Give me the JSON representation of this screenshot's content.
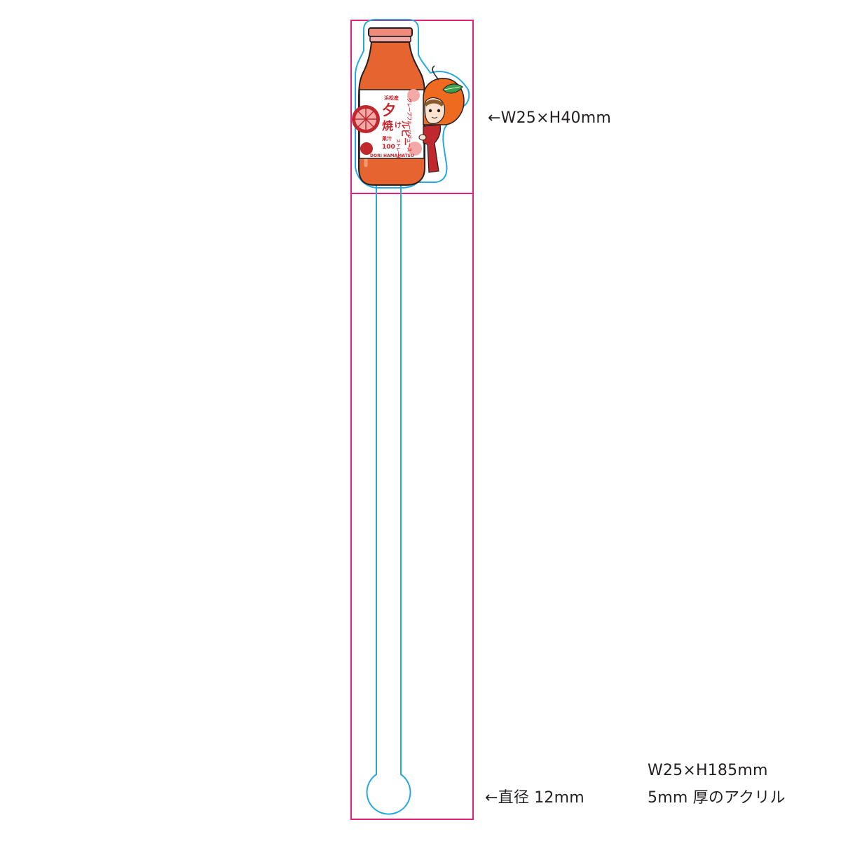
{
  "colors": {
    "trim_outline": "#e0217a",
    "cut_line": "#29a8e0",
    "bottle_orange": "#e6642f",
    "bottle_dark": "#c9481e",
    "label_red": "#c0282e",
    "label_pink": "#f3a9a6",
    "cap_pink": "#f08a7a",
    "hood_orange": "#ee6a1f",
    "leaf_green": "#3b9e4b",
    "text": "#231f20"
  },
  "icons": [
    "juice-bottle-icon",
    "orange-hood-character-icon",
    "grapefruit-slice-icon",
    "leaf-icon"
  ],
  "bottle_label": {
    "kanji_top": "夕",
    "kanji_second": "焼",
    "kana_small": "け",
    "kana_large": "ルビー",
    "side_text": "グレープフルーツジュース",
    "brand_top": "浜松産",
    "juice_note_1": "果汁",
    "juice_percent": "100",
    "juice_note_2": "ストレート",
    "footer": "DORI HAMAMATSU"
  },
  "annotations": {
    "top_dimension": "←W25×H40mm",
    "bottom_diameter": "←直径 12mm",
    "overall_size": "W25×H185mm",
    "material": "5mm 厚のアクリル"
  }
}
